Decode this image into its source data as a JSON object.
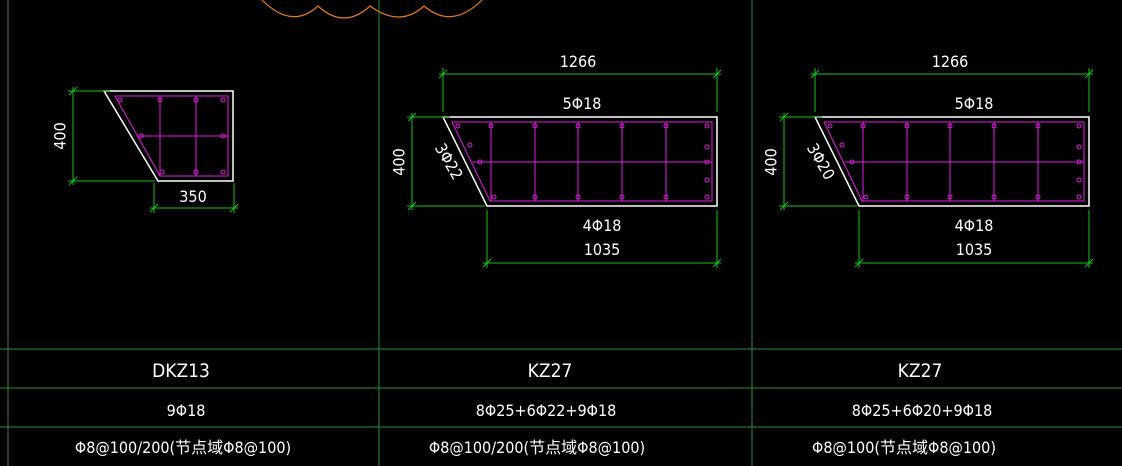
{
  "palette": {
    "background": "#000000",
    "grid_line": "#2e8b2e",
    "dimension": "#19c419",
    "outline": "#ffffff",
    "rebar": "#e11ee1",
    "revision_cloud": "#e07a1a",
    "text": "#ffffff"
  },
  "columns": [
    {
      "name": "DKZ13",
      "longitudinal": "9Φ18",
      "stirrups": "Φ8@100/200(节点域Φ8@100)",
      "dims": {
        "top": "",
        "height": "400",
        "bottom": "350"
      },
      "rebar": {
        "top": "",
        "side": "",
        "bottom": ""
      }
    },
    {
      "name": "KZ27",
      "longitudinal": "8Φ25+6Φ22+9Φ18",
      "stirrups": "Φ8@100/200(节点域Φ8@100)",
      "dims": {
        "top": "1266",
        "height": "400",
        "bottom": "1035"
      },
      "rebar": {
        "top": "5Φ18",
        "side": "3Φ22",
        "bottom": "4Φ18"
      }
    },
    {
      "name": "KZ27",
      "longitudinal": "8Φ25+6Φ20+9Φ18",
      "stirrups": "Φ8@100(节点域Φ8@100)",
      "dims": {
        "top": "1266",
        "height": "400",
        "bottom": "1035"
      },
      "rebar": {
        "top": "5Φ18",
        "side": "3Φ20",
        "bottom": "4Φ18"
      }
    }
  ]
}
